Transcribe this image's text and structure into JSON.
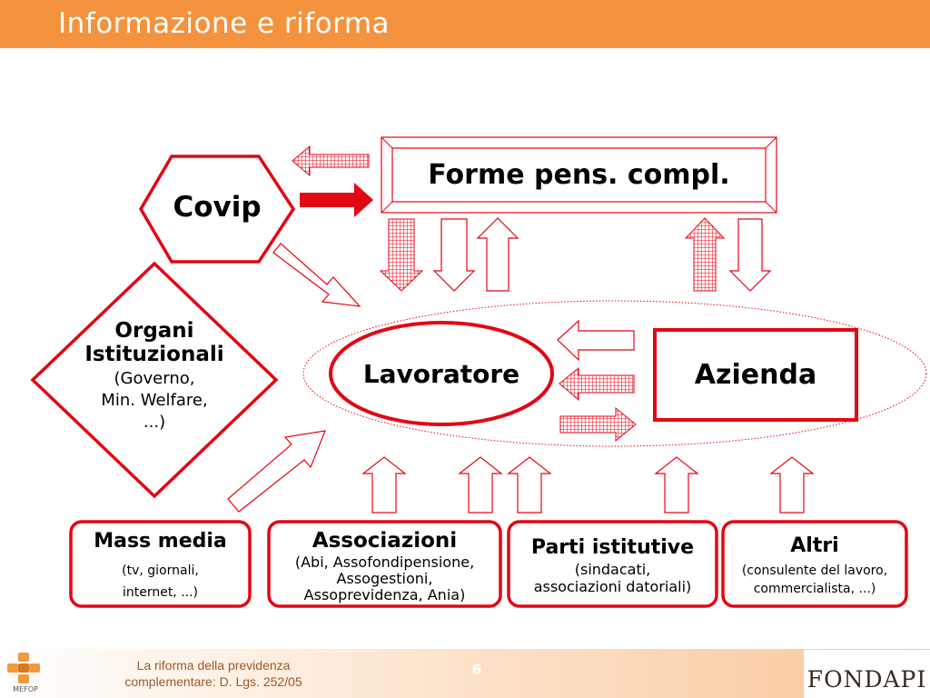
{
  "slide": {
    "title": "Informazione e riforma"
  },
  "nodes": {
    "covip": "Covip",
    "forme": "Forme pens. compl.",
    "organi_title_1": "Organi",
    "organi_title_2": "Istituzionali",
    "organi_sub_1": "(Governo,",
    "organi_sub_2": "Min. Welfare,",
    "organi_sub_3": "...)",
    "lavoratore": "Lavoratore",
    "azienda": "Azienda",
    "mass_media_title": "Mass media",
    "mass_media_sub_1": "(tv, giornali,",
    "mass_media_sub_2": "internet, ...)",
    "associazioni_title": "Associazioni",
    "associazioni_sub_1": "(Abi, Assofondipensione,",
    "associazioni_sub_2": "Assogestioni,",
    "associazioni_sub_3": "Assoprevidenza, Ania)",
    "parti_title": "Parti istitutive",
    "parti_sub_1": "(sindacati,",
    "parti_sub_2": "associazioni datoriali)",
    "altri_title": "Altri",
    "altri_sub_1": "(consulente del lavoro,",
    "altri_sub_2": "commercialista, ...)"
  },
  "footer": {
    "line1": "La riforma della previdenza",
    "line2": "complementare: D. Lgs. 252/05",
    "page": "6",
    "brand": "FONDAPI",
    "logo_caption": "MEFOP"
  },
  "colors": {
    "accent": "#e30613",
    "header": "#f5923e"
  },
  "icons": [
    "mefop-logo-icon",
    "fondapi-logo-icon"
  ]
}
